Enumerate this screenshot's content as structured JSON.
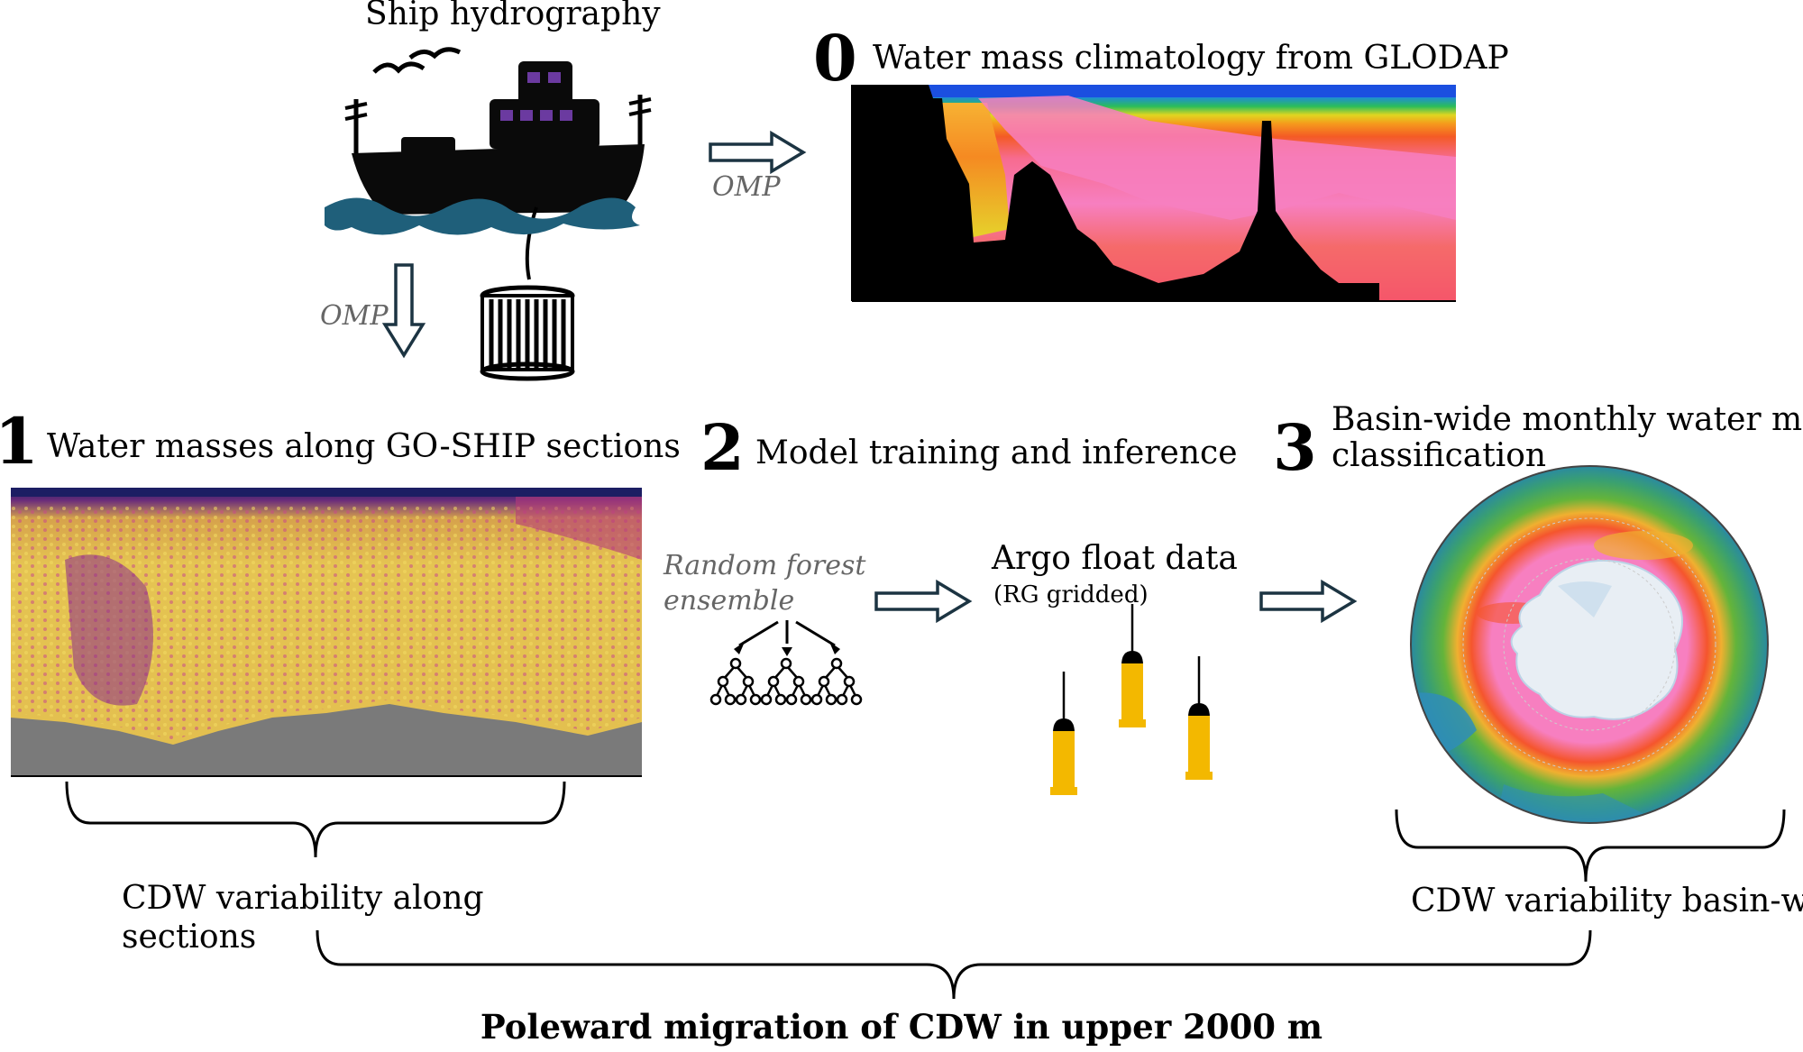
{
  "top": {
    "ship_label": "Ship hydrography",
    "step0_number": "0",
    "step0_title": "Water mass climatology from GLODAP",
    "omp_right": "OMP",
    "omp_down": "OMP"
  },
  "middle": {
    "step1_number": "1",
    "step1_title": "Water masses along GO-SHIP sections",
    "step2_number": "2",
    "step2_title": "Model training and inference",
    "rf_label_line1": "Random forest",
    "rf_label_line2": "ensemble",
    "argo_label": "Argo float data",
    "argo_sub": "(RG gridded)",
    "step3_number": "3",
    "step3_title_line1": "Basin-wide monthly water mass",
    "step3_title_line2": "classification"
  },
  "bottom": {
    "sections_line1": "CDW variability along",
    "sections_line2": "sections",
    "basin_label": "CDW variability basin-wide",
    "conclusion": "Poleward migration of CDW in upper 2000 m"
  },
  "colors": {
    "ship": "#0a0a0a",
    "sea": "#1f5f7a",
    "window": "#6b3aa0",
    "arrow_stroke": "#1c3442",
    "float_body": "#f3b800"
  }
}
